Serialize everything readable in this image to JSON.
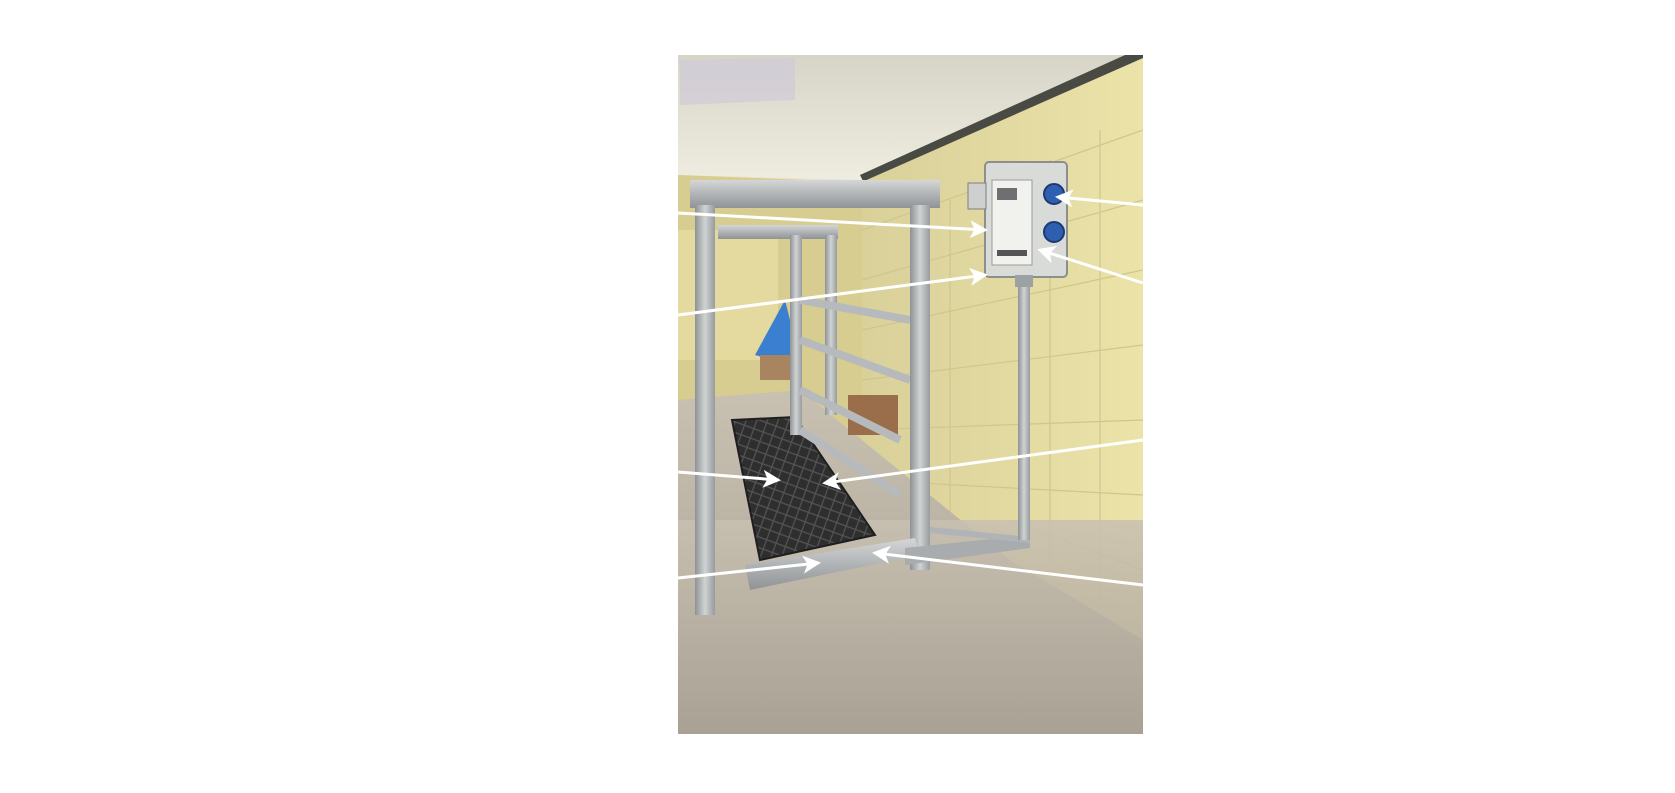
{
  "figure": {
    "background": "#ffffff",
    "arrow_color": "#ffffff",
    "callouts": [
      {
        "id": "upper-right-socket",
        "target": "blue-socket-icon"
      },
      {
        "id": "lower-right-socket",
        "target": "blue-socket-icon"
      },
      {
        "id": "control-panel-left",
        "target": "control-box-icon"
      },
      {
        "id": "pipe-fitting",
        "target": "valve-icon"
      },
      {
        "id": "bath-floor-left",
        "target": "tray-icon"
      },
      {
        "id": "bath-floor-right",
        "target": "tray-icon"
      },
      {
        "id": "frame-base-left",
        "target": "frame-icon"
      },
      {
        "id": "frame-base-right",
        "target": "frame-icon"
      }
    ]
  },
  "photo": {
    "subject_colors": {
      "wall": "#e6dfa4",
      "ceiling": "#e9e5d4",
      "floor": "#b9b0a2",
      "steel": "#b6b9bb",
      "tray": "#2c2c2c",
      "socket": "#2f5fb0",
      "tarp": "#3b7fd1"
    }
  }
}
